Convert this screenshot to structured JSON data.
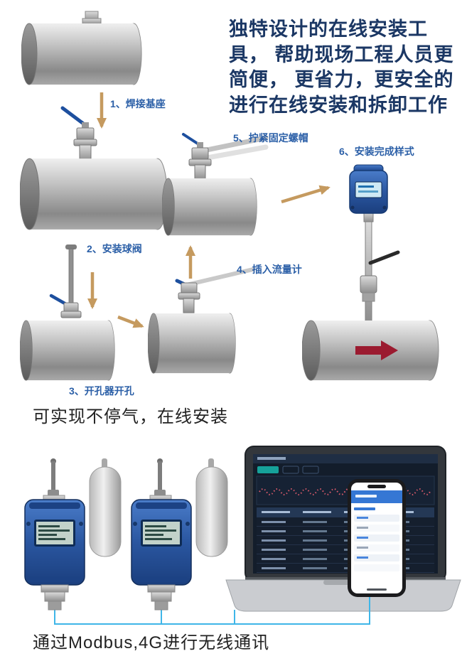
{
  "intro": {
    "text": "独特设计的在线安装工具， 帮助现场工程人员更简便， 更省力，更安全的进行在线安装和拆卸工作"
  },
  "steps": [
    {
      "label": "1、焊接基座"
    },
    {
      "label": "2、安装球阀"
    },
    {
      "label": "3、开孔器开孔"
    },
    {
      "label": "4、插入流量计"
    },
    {
      "label": "5、拧紧固定螺帽"
    },
    {
      "label": "6、安装完成样式"
    }
  ],
  "captions": {
    "online_install": "可实现不停气，在线安装",
    "wireless": "通过Modbus,4G进行无线通讯"
  },
  "colors": {
    "intro_text": "#1b3764",
    "step_label": "#2b5fa7",
    "step_arrow": "#c59a5f",
    "caption_text": "#222222",
    "flow_arrow": "#9b1b30",
    "device_blue": "#2a56a0",
    "link_line": "#3fb6e8"
  }
}
